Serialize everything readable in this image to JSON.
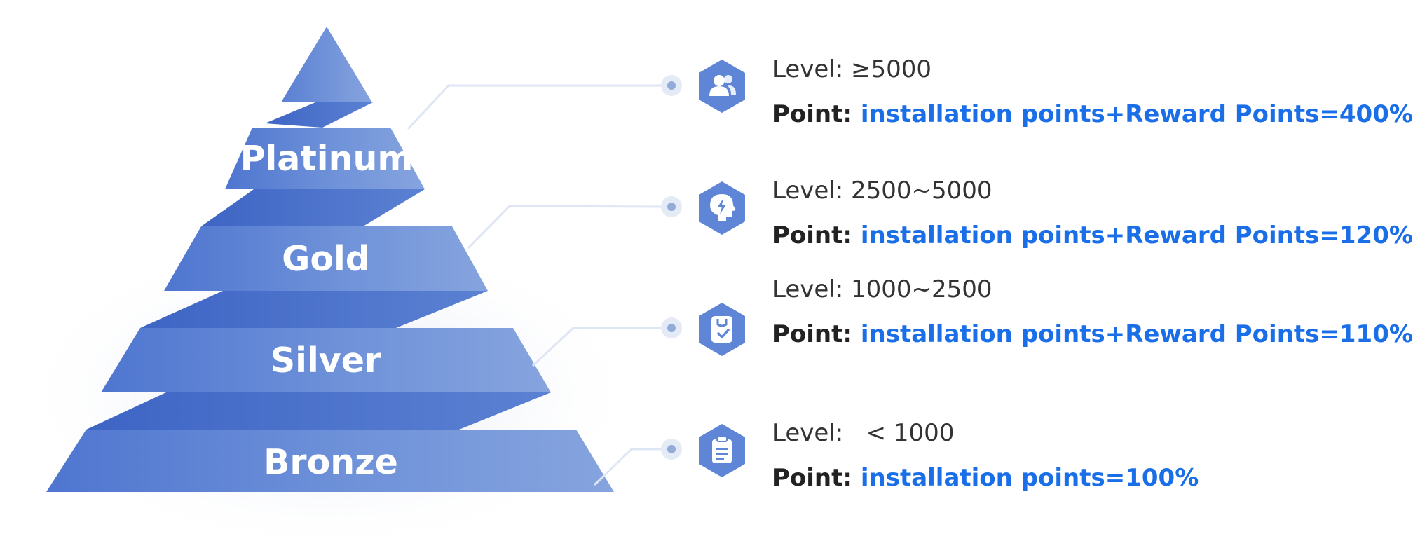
{
  "tiers": [
    {
      "name": "Platinum",
      "level": "Level: ≥5000",
      "point_label": "Point:",
      "point_value": "installation points+Reward Points=400%",
      "icon": "users-icon"
    },
    {
      "name": "Gold",
      "level": "Level: 2500~5000",
      "point_label": "Point:",
      "point_value": "installation points+Reward Points=120%",
      "icon": "lightning-head-icon"
    },
    {
      "name": "Silver",
      "level": "Level: 1000~2500",
      "point_label": "Point:",
      "point_value": "installation points+Reward Points=110%",
      "icon": "badge-check-icon"
    },
    {
      "name": "Bronze",
      "level": "Level:   < 1000",
      "point_label": "Point:",
      "point_value": "installation points=100%",
      "icon": "clipboard-icon"
    }
  ],
  "colors": {
    "band_light": "#7d9edc",
    "band_dark": "#4d74cf",
    "connector": "#dfe6f3",
    "icon_bg": "#5f86d6",
    "value_text": "#1a6fe8"
  }
}
